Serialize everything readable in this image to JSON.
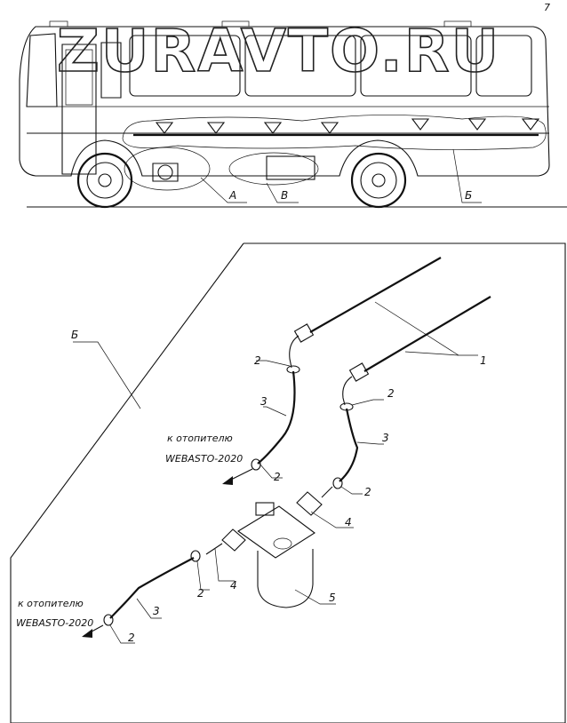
{
  "watermark": "ZURAVTO.RU",
  "corner_mark": "7",
  "callouts": {
    "a": "А",
    "v": "В",
    "b": "Б",
    "b_detail": "Б"
  },
  "destinations": [
    {
      "line1": "к отопителю",
      "line2": "WEBASTO-2020"
    },
    {
      "line1": "к отопителю",
      "line2": "WEBASTO-2020"
    }
  ],
  "parts": {
    "p1": "1",
    "p2": "2",
    "p3": "3",
    "p4": "4",
    "p5": "5"
  }
}
